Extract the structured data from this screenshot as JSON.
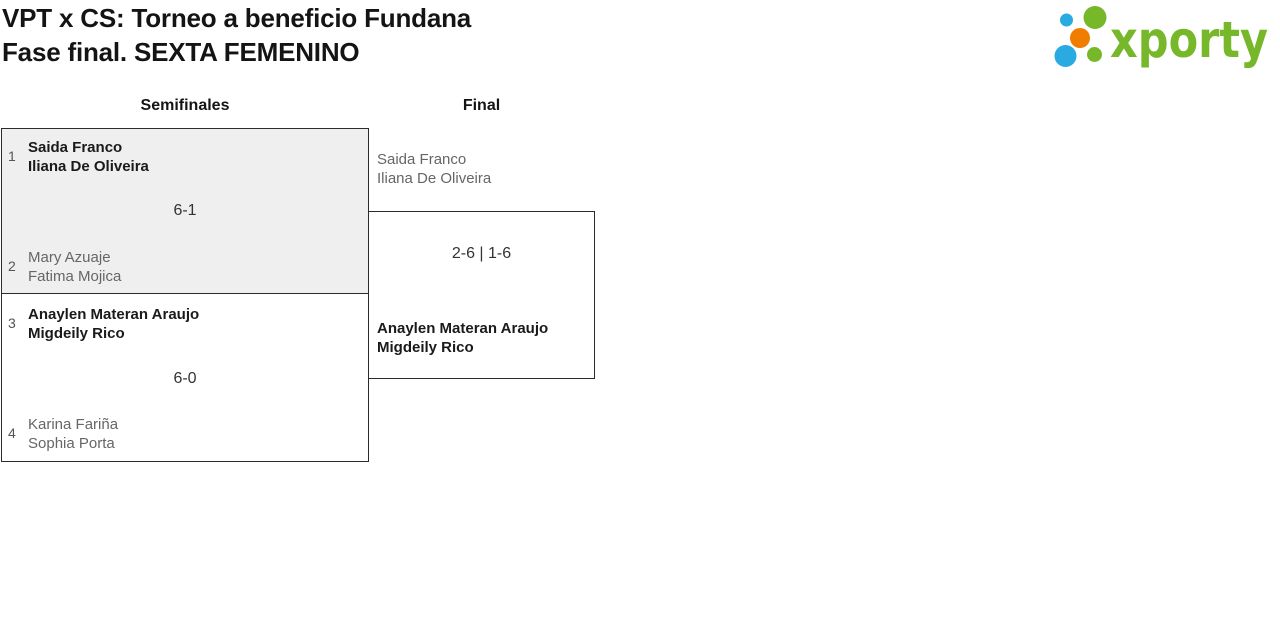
{
  "page": {
    "title_line1": "VPT x CS: Torneo a beneficio Fundana",
    "title_line2": "Fase final. SEXTA FEMENINO"
  },
  "logo": {
    "text": "xporty",
    "colors": {
      "green": "#76b82a",
      "blue": "#29abe2",
      "orange": "#ef7d00"
    }
  },
  "colors": {
    "box_border": "#2b2b2b",
    "highlight_box_fill": "#efefef",
    "winner_text": "#1a1a1a",
    "loser_text": "#666666",
    "score_text": "#333333"
  },
  "bracket": {
    "rounds": [
      {
        "label": "Semifinales"
      },
      {
        "label": "Final"
      }
    ],
    "matches": [
      {
        "round": "Semifinales",
        "top": {
          "seed": "1",
          "players": [
            "Saida Franco",
            "Iliana De Oliveira"
          ],
          "winner": true
        },
        "score": "6-1",
        "bottom": {
          "seed": "2",
          "players": [
            "Mary Azuaje",
            "Fatima Mojica"
          ],
          "winner": false
        }
      },
      {
        "round": "Semifinales",
        "top": {
          "seed": "3",
          "players": [
            "Anaylen Materan Araujo",
            "Migdeily Rico"
          ],
          "winner": true
        },
        "score": "6-0",
        "bottom": {
          "seed": "4",
          "players": [
            "Karina Fariña",
            "Sophia Porta"
          ],
          "winner": false
        }
      },
      {
        "round": "Final",
        "top": {
          "players": [
            "Saida Franco",
            "Iliana De Oliveira"
          ],
          "winner": false
        },
        "score": "2-6 | 1-6",
        "bottom": {
          "players": [
            "Anaylen Materan Araujo",
            "Migdeily Rico"
          ],
          "winner": true
        }
      }
    ]
  }
}
